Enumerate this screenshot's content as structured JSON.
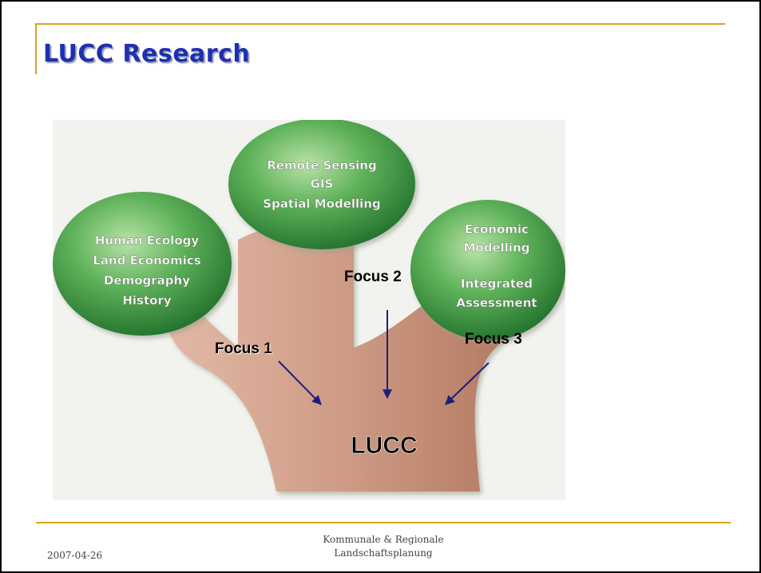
{
  "slide": {
    "title": "LUCC Research"
  },
  "diagram": {
    "circles": [
      {
        "lines": [
          "Human Ecology",
          "Land Economics",
          "Demography",
          "History"
        ]
      },
      {
        "lines": [
          "Remote Sensing",
          "GIS",
          "Spatial Modelling"
        ]
      },
      {
        "lines": [
          "Economic",
          "Modelling",
          "",
          "Integrated",
          "Assessment"
        ]
      }
    ],
    "focus_labels": [
      "Focus 1",
      "Focus 2",
      "Focus 3"
    ],
    "center_label": "LUCC"
  },
  "footer": {
    "date": "2007-04-26",
    "org_line1": "Kommunale & Regionale",
    "org_line2": "Landschaftsplanung"
  },
  "colors": {
    "accent_line": "#d8a51c",
    "title": "#1f2fb0",
    "arrow": "#1c1e7a",
    "trunk": "#c9907a",
    "circle": "#3f9a3f"
  }
}
